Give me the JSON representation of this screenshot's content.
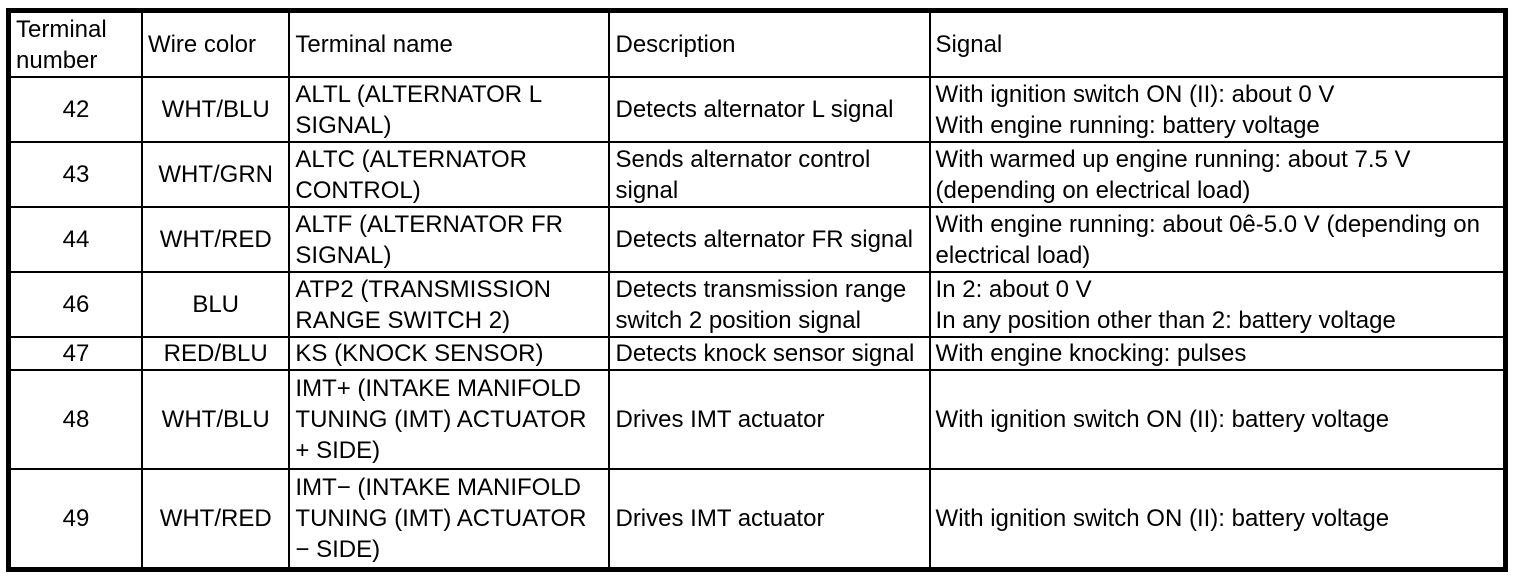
{
  "table": {
    "columns": [
      {
        "key": "terminal_number",
        "label": "Terminal\nnumber"
      },
      {
        "key": "wire_color",
        "label": "Wire color"
      },
      {
        "key": "terminal_name",
        "label": "Terminal name"
      },
      {
        "key": "description",
        "label": "Description"
      },
      {
        "key": "signal",
        "label": "Signal"
      }
    ],
    "rows": [
      {
        "terminal_number": "42",
        "wire_color": "WHT/BLU",
        "terminal_name": "ALTL (ALTERNATOR L\nSIGNAL)",
        "description": "Detects alternator L signal",
        "signal": "With ignition switch ON (II): about 0 V\nWith engine running: battery voltage"
      },
      {
        "terminal_number": "43",
        "wire_color": "WHT/GRN",
        "terminal_name": "ALTC (ALTERNATOR\nCONTROL)",
        "description": "Sends alternator control\nsignal",
        "signal": "With warmed up engine running: about 7.5 V\n(depending on electrical load)"
      },
      {
        "terminal_number": "44",
        "wire_color": "WHT/RED",
        "terminal_name": "ALTF (ALTERNATOR FR\nSIGNAL)",
        "description": "Detects alternator FR signal",
        "signal": "With engine running: about 0ê-5.0 V (depending on\nelectrical load)"
      },
      {
        "terminal_number": "46",
        "wire_color": "BLU",
        "terminal_name": "ATP2 (TRANSMISSION\nRANGE SWITCH 2)",
        "description": "Detects transmission range\nswitch 2 position signal",
        "signal": "In 2: about 0 V\nIn any position other than 2: battery voltage"
      },
      {
        "terminal_number": "47",
        "wire_color": "RED/BLU",
        "terminal_name": "KS (KNOCK SENSOR)",
        "description": "Detects knock sensor signal",
        "signal": "With engine knocking: pulses"
      },
      {
        "terminal_number": "48",
        "wire_color": "WHT/BLU",
        "terminal_name": "IMT+ (INTAKE MANIFOLD\nTUNING (IMT) ACTUATOR\n+ SIDE)",
        "description": "Drives IMT actuator",
        "signal": "With ignition switch ON (II): battery voltage"
      },
      {
        "terminal_number": "49",
        "wire_color": "WHT/RED",
        "terminal_name": "IMT− (INTAKE MANIFOLD\nTUNING (IMT) ACTUATOR\n− SIDE)",
        "description": "Drives IMT actuator",
        "signal": "With ignition switch ON (II): battery voltage"
      }
    ],
    "row_heights": [
      "h-2line",
      "h-2line",
      "h-2line",
      "h-2line",
      "h-1line",
      "h-3line",
      "h-3line"
    ]
  },
  "colors": {
    "border": "#000000",
    "text": "#000000",
    "background": "#ffffff"
  }
}
